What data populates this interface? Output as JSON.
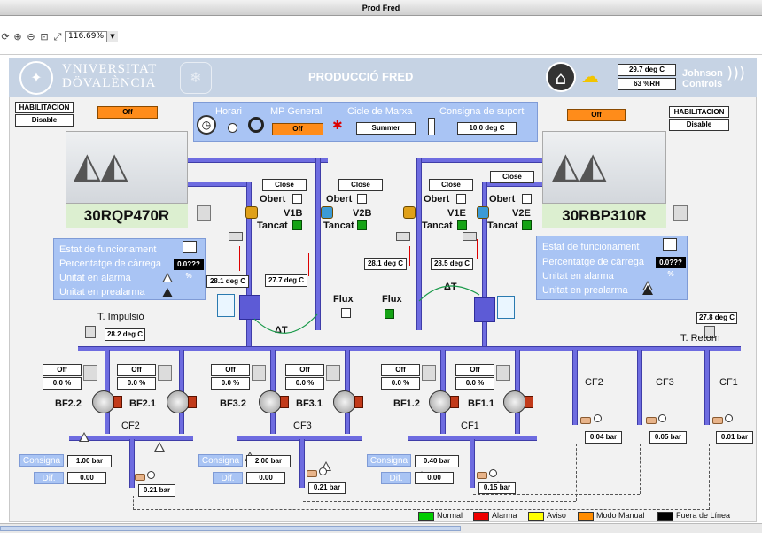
{
  "window": {
    "title": "Prod Fred"
  },
  "toolbar": {
    "zoom": "116.69%"
  },
  "header": {
    "university_line1": "VNIVERSITAT",
    "university_line2": "DÖVALÈNCIA",
    "title": "PRODUCCIÓ FRED",
    "temperature": "29.7 deg C",
    "humidity": "63 %RH",
    "brand_line1": "Johnson",
    "brand_line2": "Controls"
  },
  "left_chiller": {
    "hab_label": "HABILITACION",
    "hab_value": "Disable",
    "state": "Off",
    "model": "30RQP470R",
    "status": {
      "estat": "Estat de funcionament",
      "percentatge": "Percentatge de càrrega",
      "percent_value": "0.0??? %",
      "alarma": "Unitat en alarma",
      "prealarma": "Unitat en prealarma"
    }
  },
  "right_chiller": {
    "hab_label": "HABILITACION",
    "hab_value": "Disable",
    "state": "Off",
    "model": "30RBP310R",
    "status": {
      "estat": "Estat de funcionament",
      "percentatge": "Percentatge de càrrega",
      "percent_value": "0.0??? %",
      "alarma": "Unitat en alarma",
      "prealarma": "Unitat en prealarma"
    }
  },
  "control": {
    "horari": "Horari",
    "mp_general": "MP General",
    "mp_value": "Off",
    "cicle": "Cicle de Marxa",
    "cicle_value": "Summer",
    "consigna": "Consigna de suport",
    "consigna_value": "10.0 deg C"
  },
  "valves": [
    {
      "name": "V1B",
      "button": "Close",
      "obert": "Obert",
      "tancat": "Tancat"
    },
    {
      "name": "V2B",
      "button": "Close",
      "obert": "Obert",
      "tancat": "Tancat"
    },
    {
      "name": "V1E",
      "button": "Close",
      "obert": "Obert",
      "tancat": "Tancat"
    },
    {
      "name": "V2E",
      "button": "Close",
      "obert": "Obert",
      "tancat": "Tancat"
    }
  ],
  "temps": {
    "t1": "28.1 deg C",
    "t2": "27.7 deg C",
    "t3": "28.1 deg C",
    "t4": "28.5 deg C",
    "impulsio_label": "T. Impulsió",
    "impulsio": "28.2 deg C",
    "retorn_label": "T. Retorn",
    "retorn": "27.8 deg C"
  },
  "flux": {
    "label": "Flux",
    "delta": "ΔT"
  },
  "pumps": [
    {
      "name": "BF2.2",
      "state": "Off",
      "percent": "0.0 %"
    },
    {
      "name": "BF2.1",
      "state": "Off",
      "percent": "0.0 %"
    },
    {
      "name": "BF3.2",
      "state": "Off",
      "percent": "0.0 %"
    },
    {
      "name": "BF3.1",
      "state": "Off",
      "percent": "0.0 %"
    },
    {
      "name": "BF1.2",
      "state": "Off",
      "percent": "0.0 %"
    },
    {
      "name": "BF1.1",
      "state": "Off",
      "percent": "0.0 %"
    }
  ],
  "groups": [
    {
      "name": "CF2",
      "consigna_label": "Consigna",
      "consigna": "1.00 bar",
      "dif_label": "Dif.",
      "dif": "0.00",
      "pressure": "0.21 bar"
    },
    {
      "name": "CF3",
      "consigna_label": "Consigna",
      "consigna": "2.00 bar",
      "dif_label": "Dif.",
      "dif": "0.00",
      "pressure": "0.21 bar"
    },
    {
      "name": "CF1",
      "consigna_label": "Consigna",
      "consigna": "0.40 bar",
      "dif_label": "Dif.",
      "dif": "0.00",
      "pressure": "0.15 bar"
    }
  ],
  "circuits": [
    {
      "name": "CF2",
      "pressure": "0.04 bar"
    },
    {
      "name": "CF3",
      "pressure": "0.05 bar"
    },
    {
      "name": "CF1",
      "pressure": "0.01 bar"
    }
  ],
  "legend": [
    {
      "label": "Normal",
      "color": "#00cc00"
    },
    {
      "label": "Alarma",
      "color": "#ee0000"
    },
    {
      "label": "Aviso",
      "color": "#ffff00"
    },
    {
      "label": "Modo Manual",
      "color": "#ff8c00"
    },
    {
      "label": "Fuera de Línea",
      "color": "#000000"
    }
  ]
}
